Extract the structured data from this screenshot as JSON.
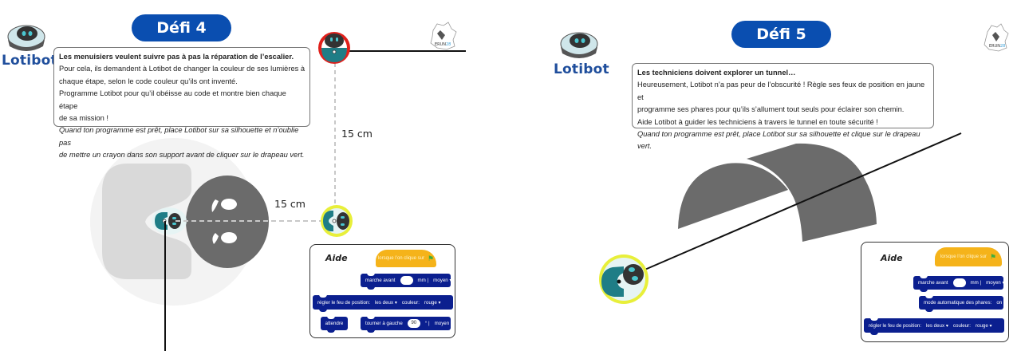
{
  "panels": [
    {
      "id": "defi-4",
      "logo": {
        "text": "Lotibot",
        "icon": "lotibot-robot-icon"
      },
      "badge": {
        "icon": "erun-academy-map-icon"
      },
      "title": "Défi 4",
      "description": {
        "heading": "Les menuisiers veulent suivre pas à pas la réparation de l’escalier.",
        "lines": [
          "Pour cela, ils demandent à Lotibot de changer la couleur de ses lumières à",
          "chaque étape, selon le code couleur qu’ils ont inventé.",
          "Programme Lotibot pour qu’il obéisse au code et montre bien chaque étape",
          "de sa mission !"
        ],
        "italic_lines": [
          "Quand ton programme est prêt, place Lotibot sur sa silhouette et n’oublie pas",
          "de mettre un crayon dans son support avant de cliquer sur le drapeau vert."
        ]
      },
      "measures": {
        "vertical": "15 cm",
        "horizontal": "15 cm"
      },
      "aide": {
        "title": "Aide",
        "hat_block": "lorsque l’on clique sur",
        "blocks": [
          {
            "label": "marche avant",
            "input": "",
            "unit": "mm |",
            "dropdown": "moyen"
          },
          {
            "label": "régler le feu de position:",
            "dropdown1": "les deux",
            "label2": "couleur:",
            "dropdown2": "rouge"
          },
          {
            "label": "attendre"
          },
          {
            "label": "tourner à gauche",
            "input": "90",
            "unit": "° |",
            "dropdown": "moyen"
          }
        ]
      },
      "colors": {
        "robot_start_ring": "#e0201b",
        "robot_target_ring": "#e8ef3a",
        "robot_body": "#1f7d86",
        "stair": "#6b6b6b",
        "stair_light": "#d9d9d9"
      }
    },
    {
      "id": "defi-5",
      "logo": {
        "text": "Lotibot",
        "icon": "lotibot-robot-icon"
      },
      "badge": {
        "icon": "erun-academy-map-icon"
      },
      "title": "Défi 5",
      "description": {
        "heading": "Les techniciens doivent explorer un tunnel…",
        "lines": [
          "Heureusement, Lotibot n’a pas peur de l’obscurité ! Règle ses feux de position en jaune et",
          "programme ses phares pour qu’ils s’allument tout seuls pour éclairer son chemin.",
          "Aide Lotibot à guider les techniciens à travers le tunnel en toute sécurité !"
        ],
        "italic_lines": [
          "Quand ton programme est prêt, place Lotibot sur sa silhouette et clique sur le drapeau vert."
        ]
      },
      "aide": {
        "title": "Aide",
        "hat_block": "lorsque l’on clique sur",
        "blocks": [
          {
            "label": "marche avant",
            "input": "",
            "unit": "mm |",
            "dropdown": "moyen"
          },
          {
            "label": "mode automatique des phares:",
            "dropdown": "on"
          },
          {
            "label": "régler le feu de position:",
            "dropdown1": "les deux",
            "label2": "couleur:",
            "dropdown2": "rouge"
          }
        ]
      },
      "colors": {
        "robot_ring": "#e8ef3a",
        "robot_body": "#1f7d86",
        "tunnel": "#6b6b6b"
      }
    }
  ],
  "theme": {
    "title_pill": "#0a4eb0",
    "logo_text": "#1f4e9c",
    "block_blue": "#0b1f8f",
    "hat_yellow": "#f5b31a"
  }
}
